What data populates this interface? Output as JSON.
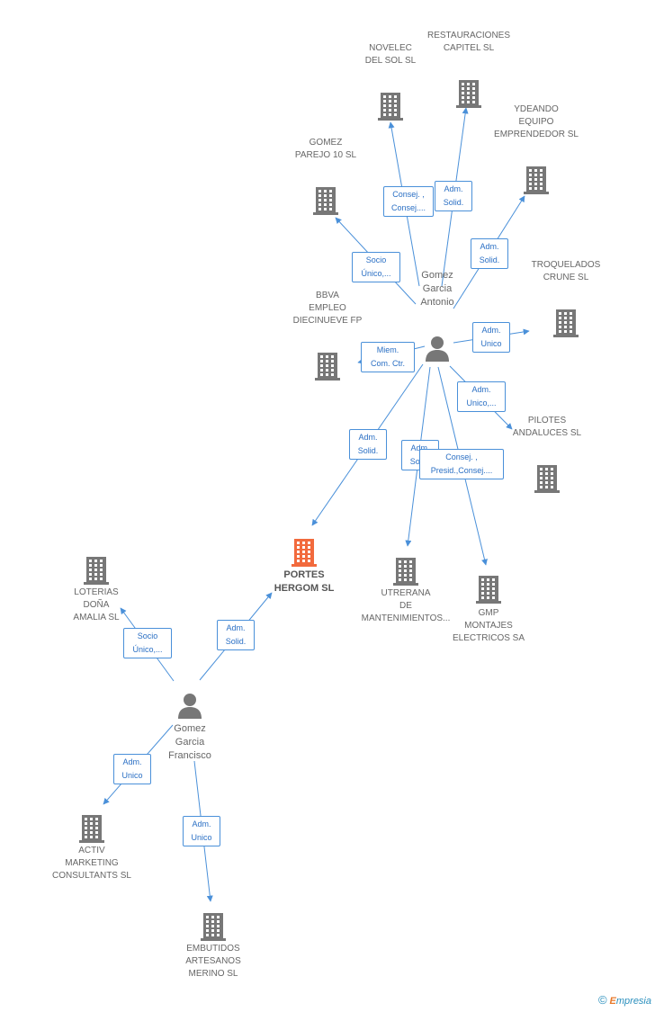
{
  "colors": {
    "edge": "#4a90d9",
    "building": "#777777",
    "main_building": "#f26a3d",
    "person": "#777777"
  },
  "nodes": {
    "portes": {
      "label": "PORTES\nHERGOM SL",
      "kind": "building",
      "main": true
    },
    "novelec": {
      "label": "NOVELEC\nDEL SOL  SL",
      "kind": "building"
    },
    "restauraciones": {
      "label": "RESTAURACIONES\nCAPITEL  SL",
      "kind": "building"
    },
    "ydeando": {
      "label": "YDEANDO\nEQUIPO\nEMPRENDEDOR SL",
      "kind": "building"
    },
    "gomez_parejo": {
      "label": "GOMEZ\nPAREJO 10  SL",
      "kind": "building"
    },
    "troquelados": {
      "label": "TROQUELADOS\nCRUNE  SL",
      "kind": "building"
    },
    "bbva": {
      "label": "BBVA\nEMPLEO\nDIECINUEVE FP",
      "kind": "building"
    },
    "pilotes": {
      "label": "PILOTES\nANDALUCES SL",
      "kind": "building"
    },
    "utrerana": {
      "label": "UTRERANA\nDE\nMANTENIMIENTOS...",
      "kind": "building"
    },
    "gmp": {
      "label": "GMP\nMONTAJES\nELECTRICOS SA",
      "kind": "building"
    },
    "loterias": {
      "label": "LOTERIAS\nDOÑA\nAMALIA SL",
      "kind": "building"
    },
    "activ": {
      "label": "ACTIV\nMARKETING\nCONSULTANTS SL",
      "kind": "building"
    },
    "embutidos": {
      "label": "EMBUTIDOS\nARTESANOS\nMERINO SL",
      "kind": "building"
    },
    "antonio": {
      "label": "Gomez\nGarcia\nAntonio",
      "kind": "person"
    },
    "francisco": {
      "label": "Gomez\nGarcia\nFrancisco",
      "kind": "person"
    }
  },
  "edges": {
    "antonio_novelec": {
      "label": "Consej. ,\nConsej...."
    },
    "antonio_restauraciones": {
      "label": "Adm.\nSolid."
    },
    "antonio_ydeando": {
      "label": "Adm.\nSolid."
    },
    "antonio_gomez_parejo": {
      "label": "Socio\nÚnico,..."
    },
    "antonio_troquelados": {
      "label": "Adm.\nUnico"
    },
    "antonio_bbva": {
      "label": "Miem.\nCom. Ctr."
    },
    "antonio_pilotes": {
      "label": "Adm.\nUnico,..."
    },
    "antonio_portes": {
      "label": "Adm.\nSolid."
    },
    "antonio_utrerana": {
      "label": "Adm.\nSolid."
    },
    "antonio_gmp": {
      "label": "Consej. ,\nPresid.,Consej...."
    },
    "francisco_portes": {
      "label": "Adm.\nSolid."
    },
    "francisco_loterias": {
      "label": "Socio\nÚnico,..."
    },
    "francisco_activ": {
      "label": "Adm.\nUnico"
    },
    "francisco_embutidos": {
      "label": "Adm.\nUnico"
    }
  },
  "footer": {
    "copyright": "©",
    "brand_initial": "E",
    "brand_rest": "mpresia"
  }
}
